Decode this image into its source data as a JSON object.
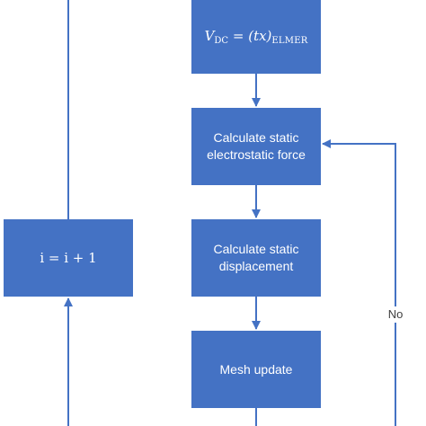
{
  "diagram": {
    "nodes": {
      "vdc": {
        "v": "V",
        "v_sub": "DC",
        "equals": "=",
        "rhs": "(tx)",
        "rhs_sub": "ELMER"
      },
      "force": {
        "label": "Calculate static electrostatic force"
      },
      "displacement": {
        "label": "Calculate static displacement"
      },
      "mesh": {
        "label": "Mesh update"
      },
      "increment": {
        "label": "i = i + 1"
      }
    },
    "edge_labels": {
      "no": "No"
    },
    "colors": {
      "box_fill": "#4472c4",
      "line": "#4472c4",
      "box_text": "#ffffff",
      "edge_text": "#404040"
    }
  }
}
